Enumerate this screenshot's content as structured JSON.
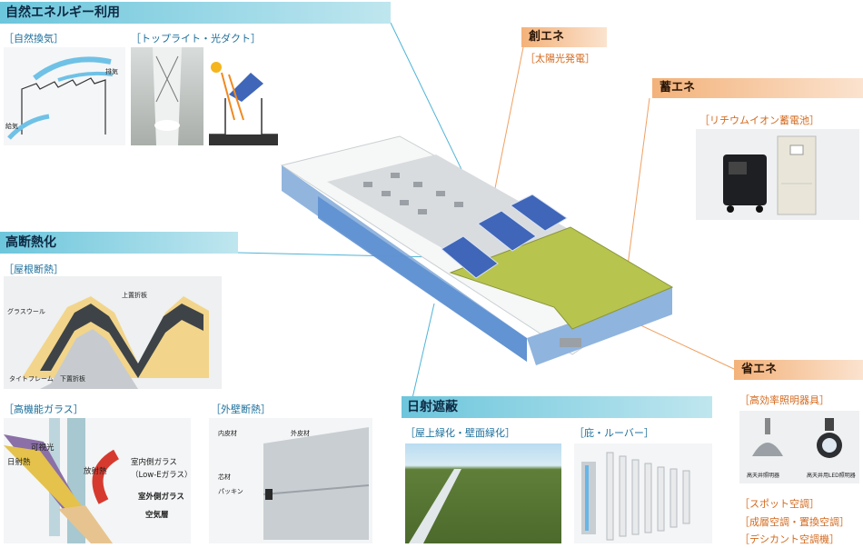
{
  "natural_energy": {
    "title": "自然エネルギー利用",
    "natural_ventilation": "［自然換気］",
    "exhaust": "排気",
    "intake": "給気",
    "toplight": "［トップライト・光ダクト］"
  },
  "solar": {
    "title": "創エネ",
    "sub": "［太陽光発電］"
  },
  "storage": {
    "title": "蓄エネ",
    "sub": "［リチウムイオン蓄電池］"
  },
  "insulation": {
    "title": "高断熱化",
    "roof": "［屋根断熱］",
    "glass_wool": "グラスウール",
    "upper_folded": "上置折板",
    "tight_frame": "タイトフレーム",
    "lower_folded": "下置折板"
  },
  "glass": {
    "title": "［高機能ガラス］",
    "solar_heat": "日射熱",
    "visible_light": "可視光",
    "radiant_heat": "放射熱",
    "inner": "室内側ガラス",
    "lowe": "（Low-Eガラス）",
    "outer": "室外側ガラス",
    "air_layer": "空気層"
  },
  "wall": {
    "title": "［外壁断熱］",
    "inner_skin": "内皮材",
    "outer_skin": "外皮材",
    "core": "芯材",
    "packing": "パッキン"
  },
  "shading": {
    "title": "日射遮蔽",
    "greening": "［屋上緑化・壁面緑化］",
    "louver": "［庇・ルーバー］"
  },
  "saving": {
    "title": "省エネ",
    "lighting": "［高効率照明器具］",
    "lamp1": "高天井照明器",
    "lamp2": "高天井用LED照明器",
    "spot_ac": "［スポット空調］",
    "layer_ac": "［成層空調・置換空調］",
    "desiccant_ac": "［デシカント空調機］"
  },
  "colors": {
    "blue_header": "#6cc6dc",
    "orange_header": "#f3b27a",
    "blue_text": "#1c6f9c",
    "orange_text": "#d46a1e",
    "solar_panel": "#3f66b8",
    "green_roof": "#b7c44e"
  }
}
